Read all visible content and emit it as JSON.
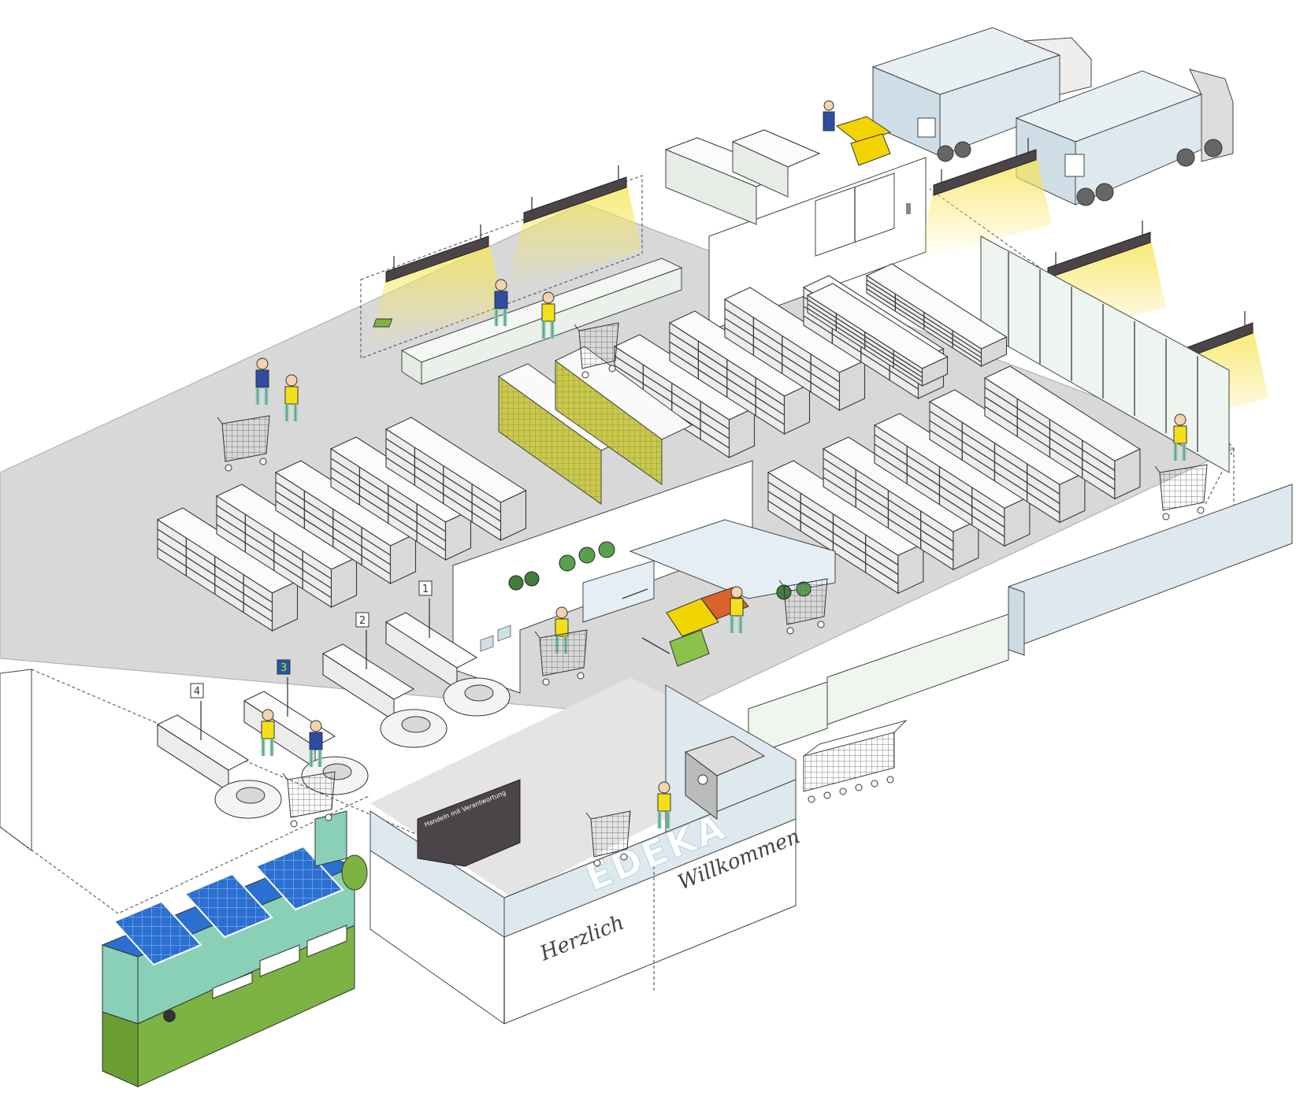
{
  "brand": {
    "name": "EDEKA",
    "welcome_left": "Herzlich",
    "welcome_right": "Willkommen"
  },
  "info_board": {
    "title": "Handeln mit Verantwortung"
  },
  "checkouts": [
    {
      "number": "1"
    },
    {
      "number": "2"
    },
    {
      "number": "3"
    },
    {
      "number": "4"
    }
  ],
  "colors": {
    "floor": "#d8d8d8",
    "wall": "#ffffff",
    "shelf": "#f1f1f1",
    "fridge": "#e9f3ec",
    "truck": "#dde9ef",
    "light_glow": "#f7e55a",
    "lamp": "#4b4448",
    "brand_blue": "#1f5aa8",
    "brand_yellow": "#f2d400",
    "kiosk_green": "#7cb342",
    "kiosk_teal": "#8ad0b7",
    "solar_blue": "#2b6fd1",
    "staff_shirt": "#f3e01a",
    "staff_overalls": "#2d4da3"
  },
  "icons": [
    "ceiling-lamp-icon",
    "shopping-cart-icon",
    "person-icon",
    "truck-icon",
    "solar-panel-icon",
    "safe-icon",
    "plant-icon"
  ]
}
